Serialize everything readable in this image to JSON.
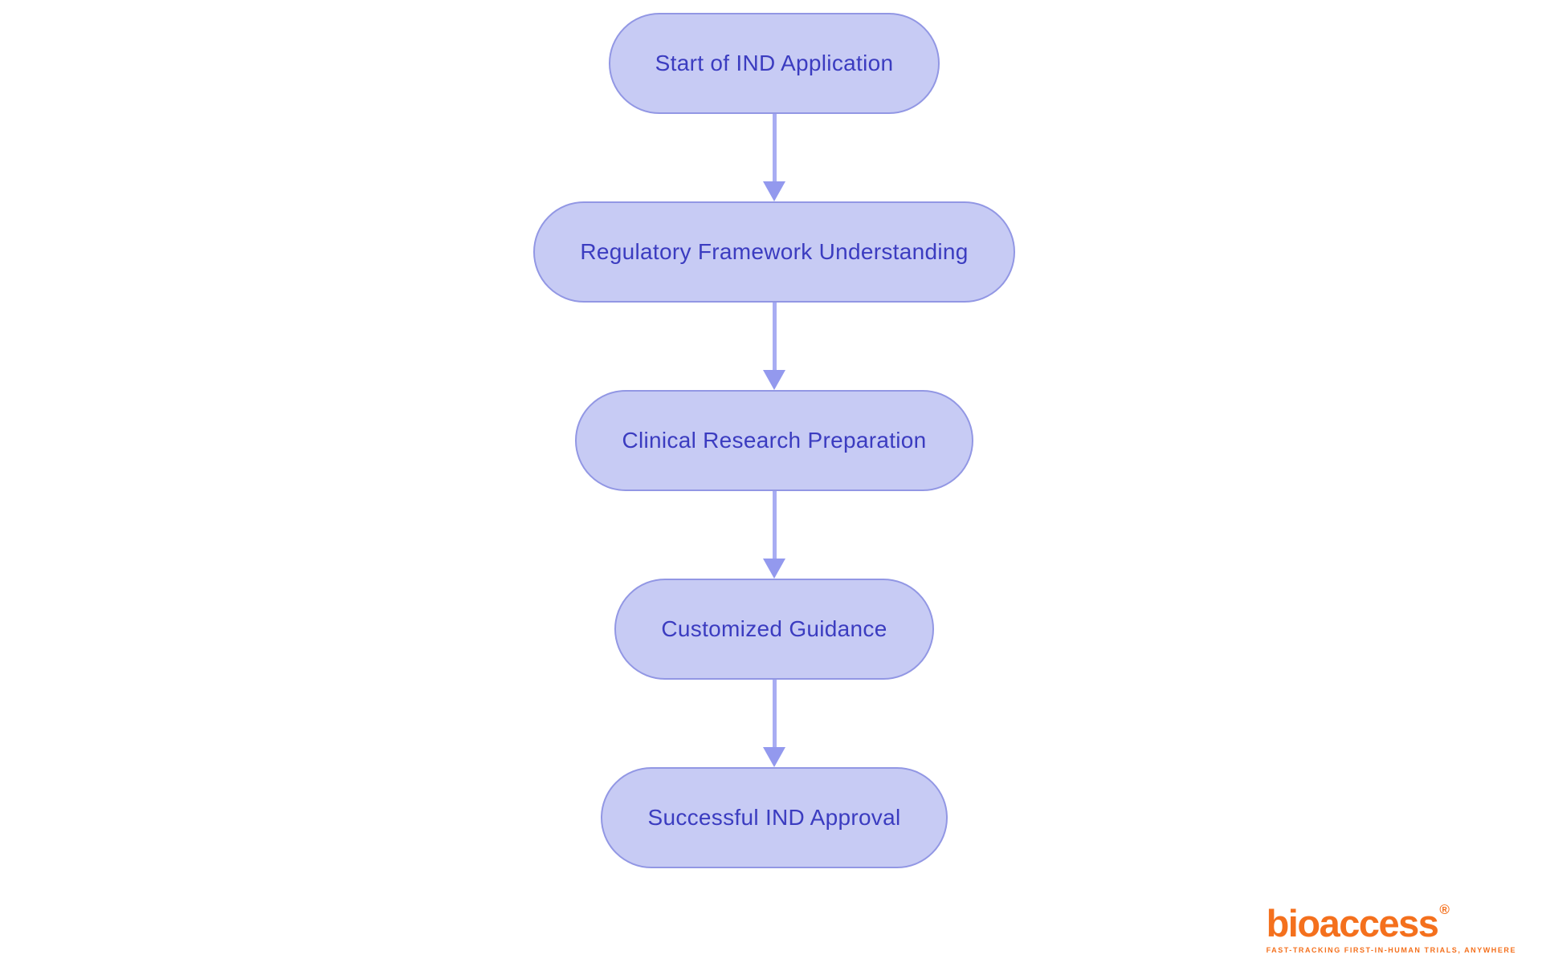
{
  "flowchart": {
    "title_implied": "IND Application process flow",
    "nodes": [
      {
        "label": "Start of IND Application"
      },
      {
        "label": "Regulatory Framework Understanding"
      },
      {
        "label": "Clinical Research Preparation"
      },
      {
        "label": "Customized Guidance"
      },
      {
        "label": "Successful IND Approval"
      }
    ],
    "connector": "arrow-down"
  },
  "branding": {
    "logo_text": "bioaccess",
    "registered_mark": "®",
    "tagline": "FAST-TRACKING FIRST-IN-HUMAN TRIALS, ANYWHERE"
  },
  "colors": {
    "page_bg": "#ffffff",
    "node_fill": "#c7cbf4",
    "node_border": "#9297e4",
    "node_text": "#3b3cc0",
    "arrow_line": "#a8adf3",
    "arrow_head": "#9399ee",
    "logo_orange": "#f4701d"
  }
}
